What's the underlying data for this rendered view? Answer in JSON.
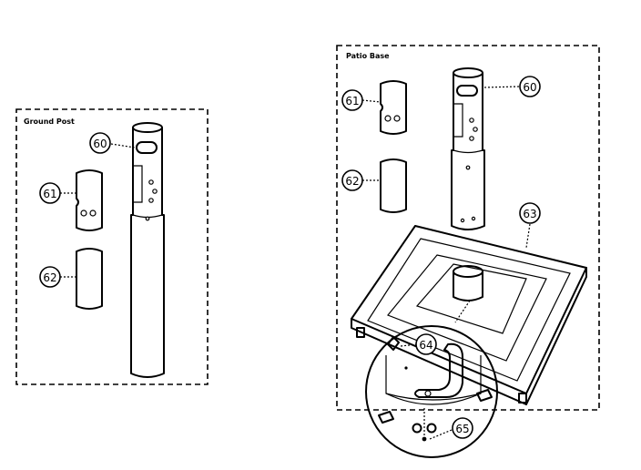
{
  "ground_post": {
    "title": "Ground Post",
    "labels": [
      "60",
      "61",
      "62"
    ]
  },
  "patio_base": {
    "title": "Patio Base",
    "labels": [
      "60",
      "61",
      "62",
      "63",
      "64",
      "65"
    ]
  }
}
